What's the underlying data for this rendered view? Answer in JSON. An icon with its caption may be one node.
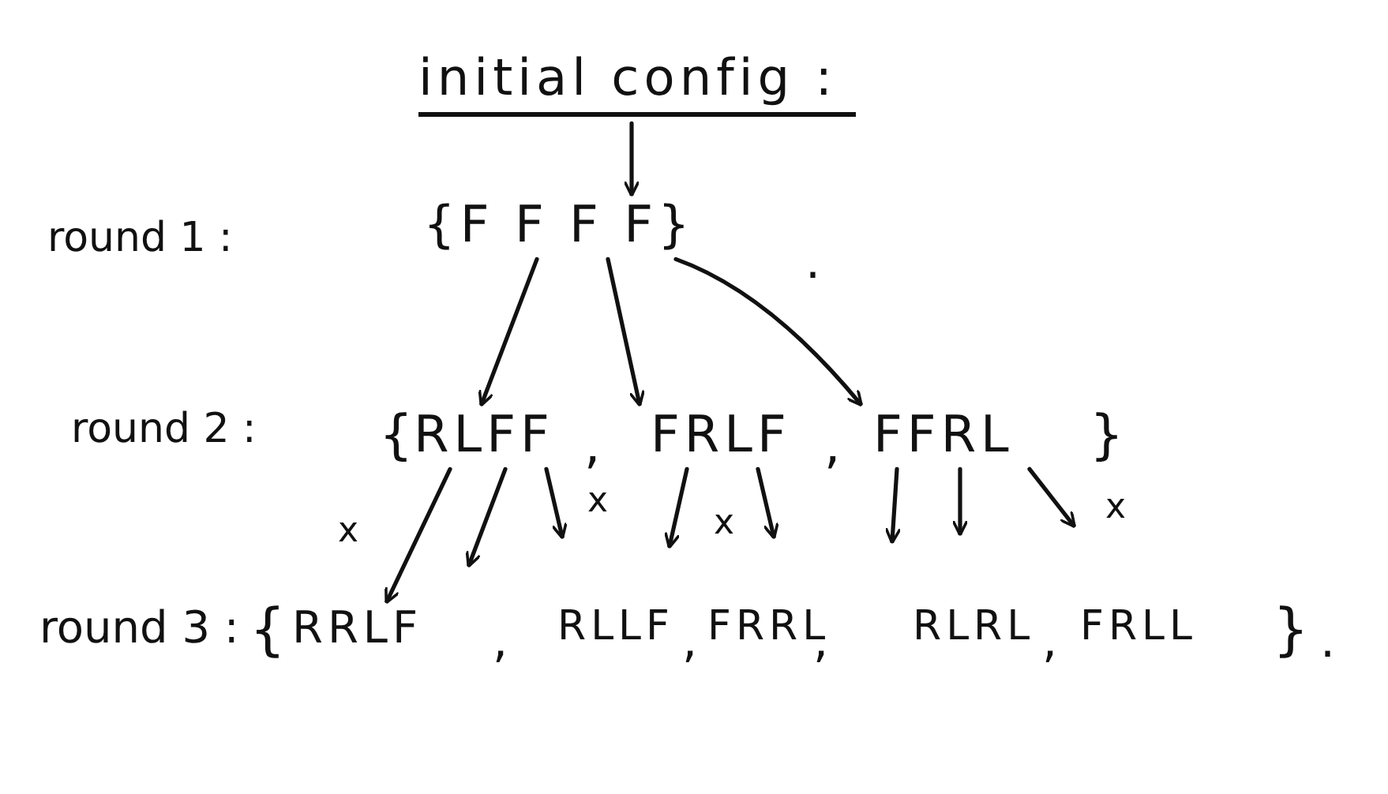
{
  "diagram": {
    "nodes": [
      {
        "text": [
          "initial config :"
        ]
      },
      {
        "text": [
          "{F F F F}"
        ]
      },
      {
        "text": [
          "RLFF"
        ]
      },
      {
        "text": [
          "FRLF"
        ]
      },
      {
        "text": [
          "FFRL"
        ]
      },
      {
        "text": [
          "RRLF"
        ]
      },
      {
        "text": [
          "RLLF"
        ]
      },
      {
        "text": [
          "FRRL"
        ]
      },
      {
        "text": [
          "RLRL"
        ]
      },
      {
        "text": [
          "FRLL"
        ]
      }
    ],
    "edges": [
      {
        "from": 0,
        "to": 1,
        "arrow": "to"
      },
      {
        "from": 1,
        "to": 2,
        "arrow": "to"
      },
      {
        "from": 1,
        "to": 3,
        "arrow": "to"
      },
      {
        "from": 1,
        "to": 4,
        "arrow": "to"
      },
      {
        "from": 2,
        "to": 5,
        "arrow": "to"
      },
      {
        "from": 2,
        "to": null,
        "arrow": "to"
      },
      {
        "from": 2,
        "to": null,
        "arrow": "to"
      },
      {
        "from": 3,
        "to": null,
        "arrow": "to"
      },
      {
        "from": 3,
        "to": null,
        "arrow": "to"
      },
      {
        "from": 4,
        "to": null,
        "arrow": "to"
      },
      {
        "from": 4,
        "to": null,
        "arrow": "to"
      },
      {
        "from": 4,
        "to": null,
        "arrow": "to"
      }
    ],
    "labels": [
      "round 1 :",
      ".",
      "round 2 :",
      "{",
      ",",
      ",",
      "}",
      "x",
      "x",
      "x",
      "x",
      "round 3 :",
      "{",
      ",",
      ",",
      ",",
      ",",
      "}",
      "."
    ]
  }
}
